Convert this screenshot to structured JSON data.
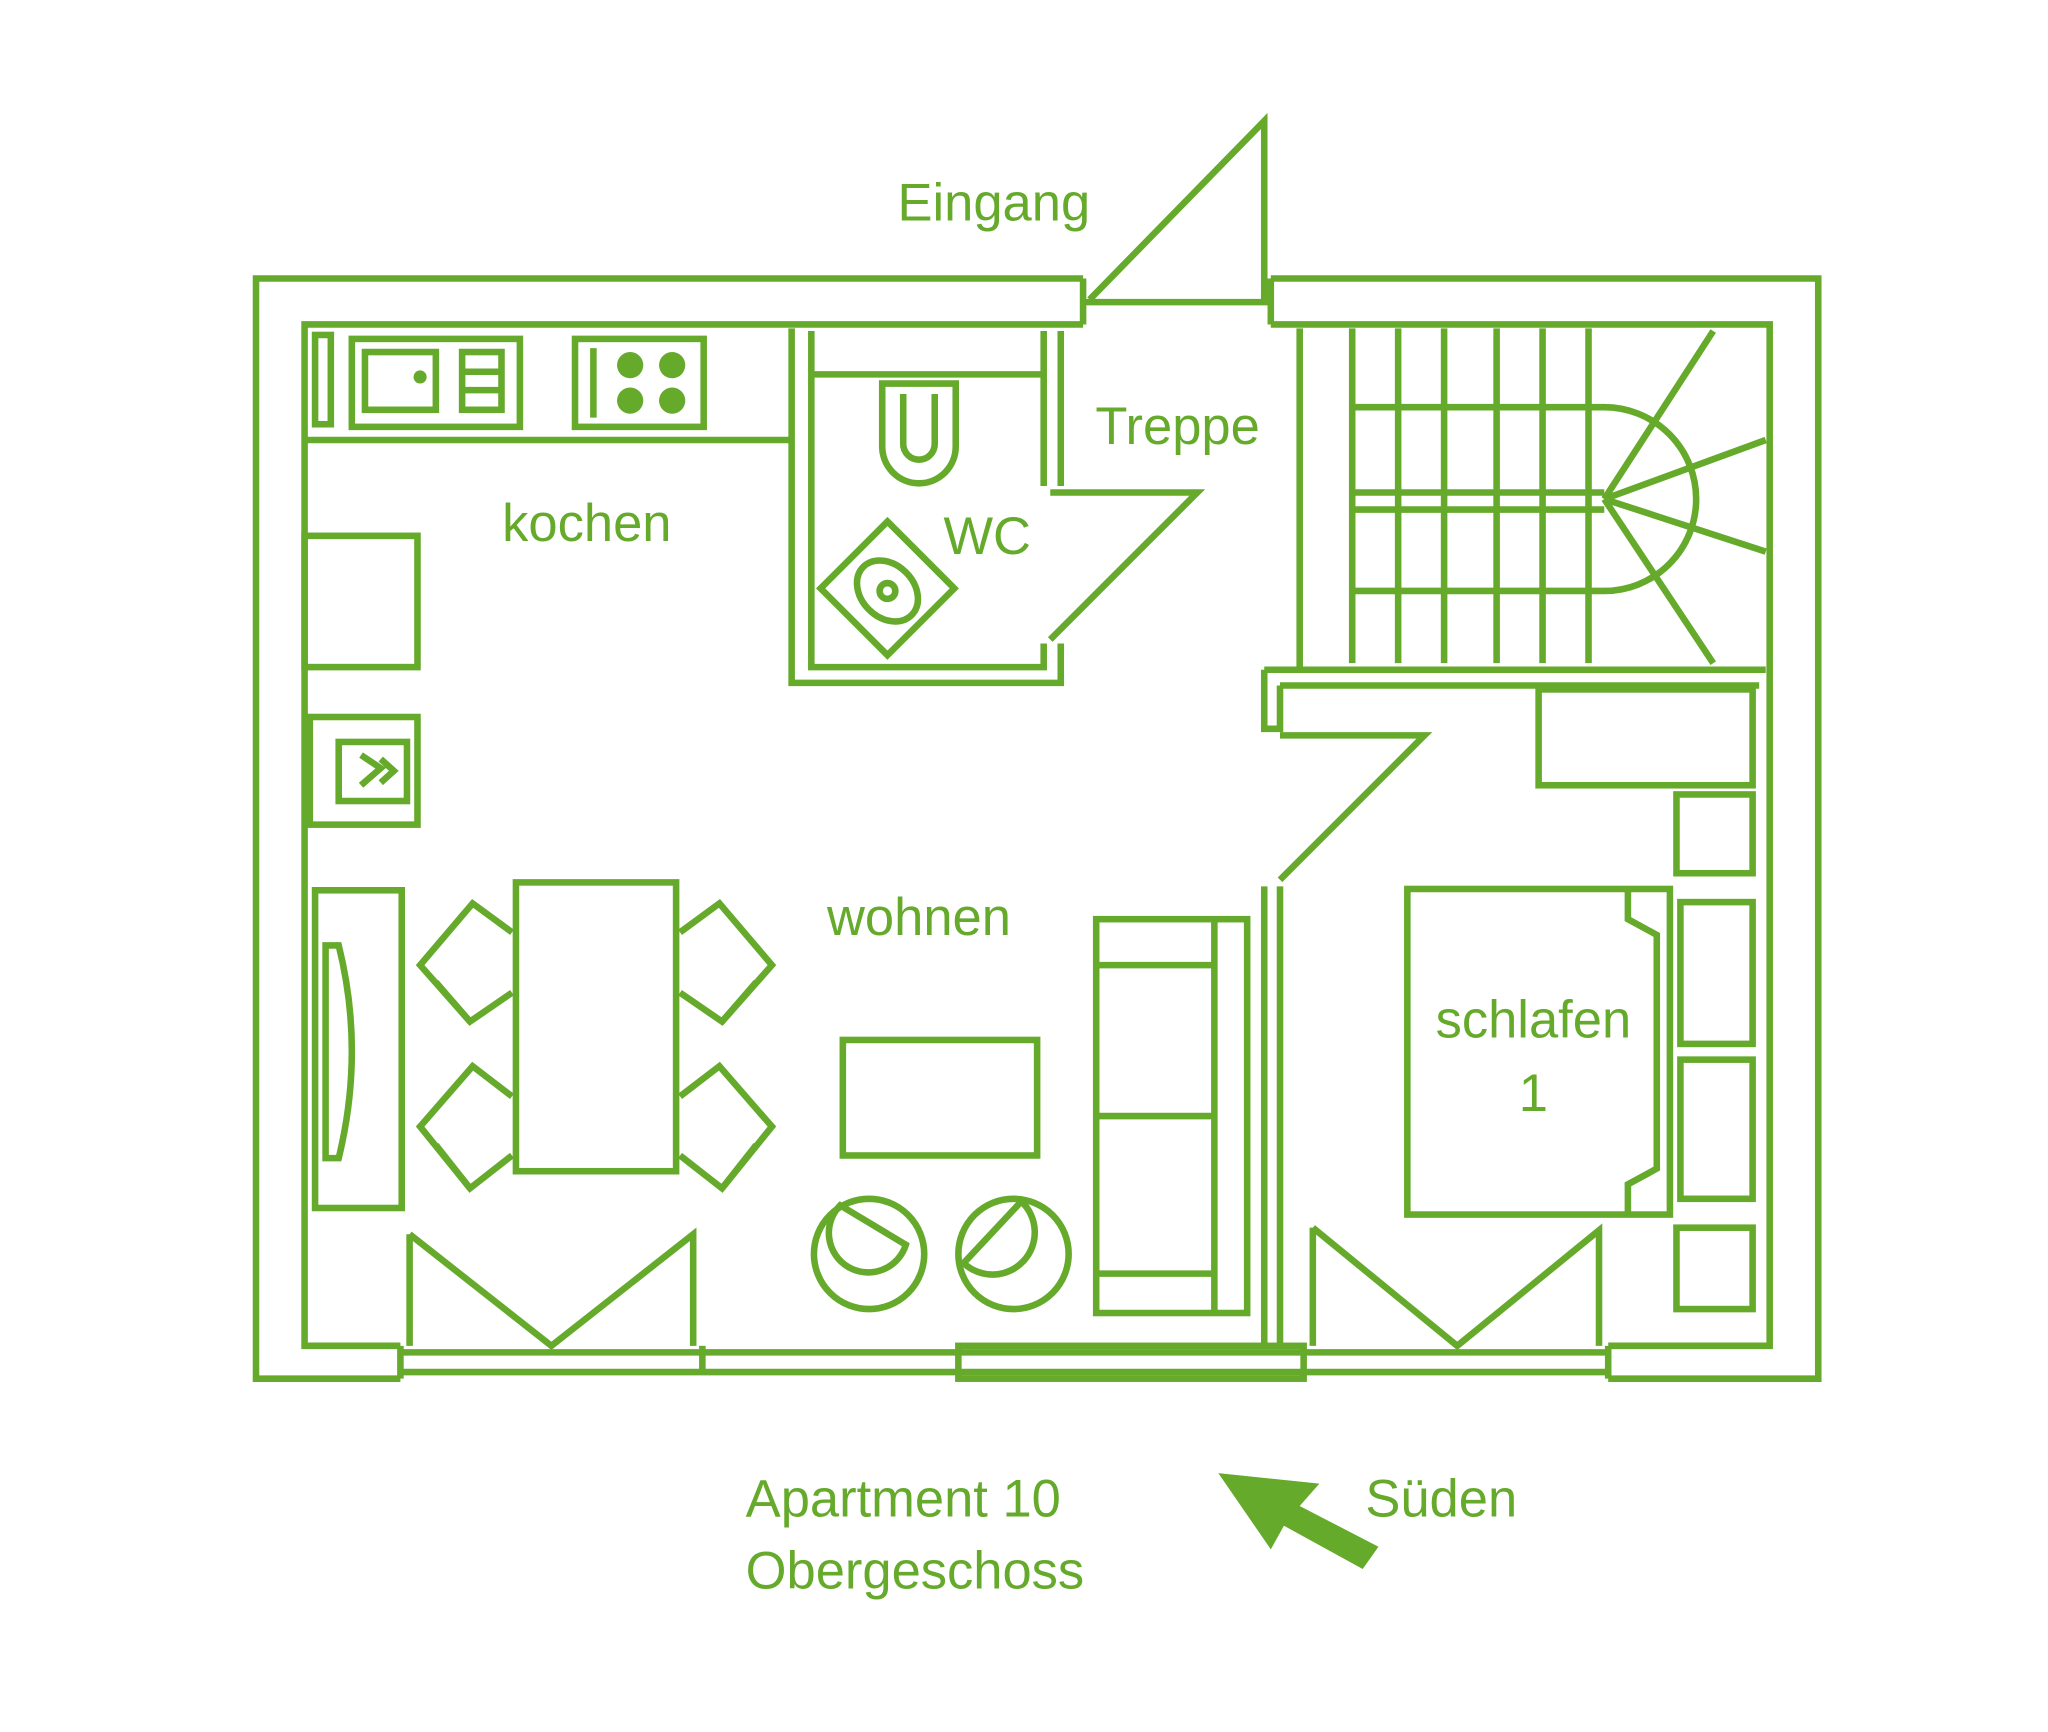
{
  "colors": {
    "line": "#66aa2c",
    "background": "#ffffff"
  },
  "rooms": {
    "entrance": "Eingang",
    "stairs": "Treppe",
    "wc": "WC",
    "kitchen": "kochen",
    "living": "wohnen",
    "bedroom_name": "schlafen",
    "bedroom_number": "1"
  },
  "caption": {
    "apartment": "Apartment 10",
    "floor": "Obergeschoss",
    "direction": "Süden"
  },
  "icons": [
    "door-swing-icon",
    "stove-icon",
    "sink-icon",
    "toilet-icon",
    "washbasin-icon",
    "staircase-icon",
    "bed-icon",
    "sofa-icon",
    "table-icon",
    "chair-icon",
    "south-arrow-icon"
  ]
}
